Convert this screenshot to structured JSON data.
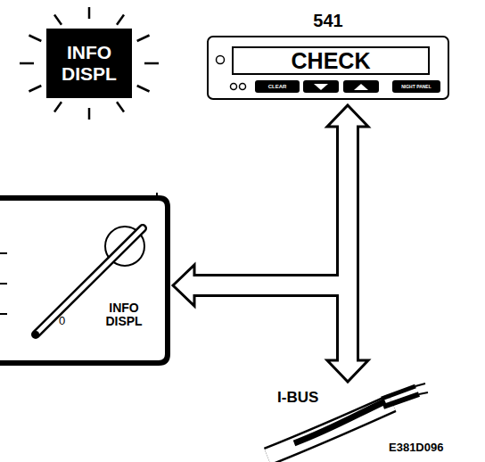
{
  "diagram": {
    "nodes": [
      {
        "text": [
          "INFO DISPL"
        ]
      },
      {
        "text": [
          "541",
          "CHECK"
        ]
      },
      {
        "text": [
          "CLEAR"
        ],
        "in": 1
      },
      {
        "text": [
          "NIGHT PANEL"
        ],
        "in": 1
      },
      {
        "text": [
          "0",
          "INFO DISPL"
        ]
      },
      {
        "text": [
          "I-BUS"
        ]
      }
    ],
    "edges": [
      {
        "from": 1,
        "to": 5,
        "arrow": "both"
      },
      {
        "from": 1,
        "to": 4,
        "arrow": "to"
      }
    ],
    "labels": [
      "E381D096"
    ]
  }
}
